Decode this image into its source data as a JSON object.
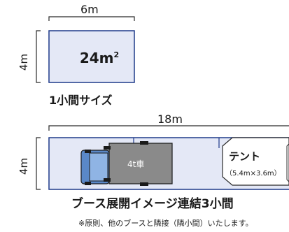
{
  "labels": {
    "width_single": "6m",
    "height_single": "4m",
    "area": "24m",
    "area_sup": "2",
    "caption_single": "1小間サイズ",
    "width_combined": "18m",
    "height_combined": "4m",
    "truck_label": "4t車",
    "tent_label": "テント",
    "tent_size": "（5.4m×3.6m）",
    "caption_combined": "ブース展開イメージ連結3小間",
    "note": "※原則、他のブースと隣接（隣小間）いたします。"
  },
  "colors": {
    "booth_fill": "#e4e8f6",
    "booth_stroke": "#1f3a8a",
    "truck_cab": "#7aa4dc",
    "truck_bed": "#888888",
    "line": "#2a2a2a"
  }
}
